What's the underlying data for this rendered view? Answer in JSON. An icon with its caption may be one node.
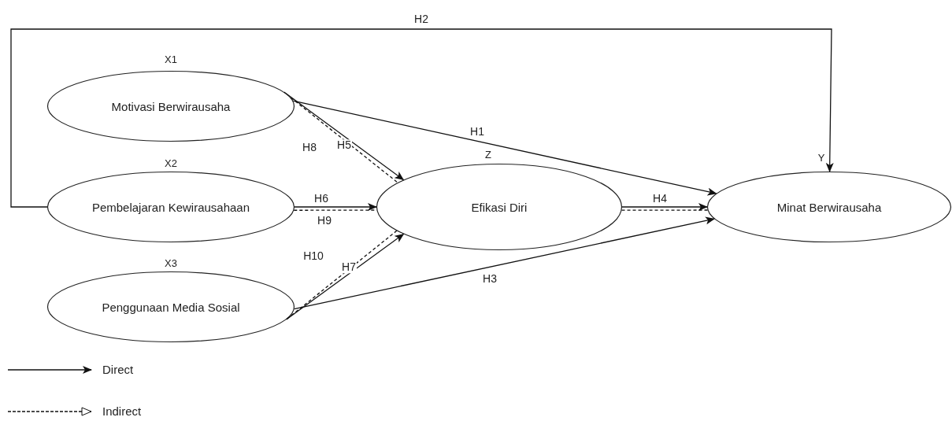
{
  "diagram": {
    "nodes": [
      {
        "text": [
          "Motivasi Berwirausaha"
        ],
        "beside": [
          "X1"
        ]
      },
      {
        "text": [
          "Pembelajaran Kewirausahaan"
        ],
        "beside": [
          "X2"
        ]
      },
      {
        "text": [
          "Penggunaan Media Sosial"
        ],
        "beside": [
          "X3"
        ]
      },
      {
        "text": [
          "Efikasi Diri"
        ],
        "beside": [
          "Z"
        ]
      },
      {
        "text": [
          "Minat Berwirausaha"
        ],
        "beside": [
          "Y"
        ]
      }
    ],
    "edges": [
      {
        "from": 1,
        "to": 4,
        "arrow": "to",
        "label": "H2"
      },
      {
        "from": 0,
        "to": 4,
        "arrow": "to",
        "label": "H1"
      },
      {
        "from": 0,
        "to": 3,
        "arrow": "to",
        "label": "H5"
      },
      {
        "from": 0,
        "to": 3,
        "arrow": "none",
        "label": "H8",
        "style": "dashed"
      },
      {
        "from": 1,
        "to": 3,
        "arrow": "to",
        "label": "H6"
      },
      {
        "from": 1,
        "to": 3,
        "arrow": "none",
        "label": "H9",
        "style": "dashed"
      },
      {
        "from": 2,
        "to": 3,
        "arrow": "to",
        "label": "H7"
      },
      {
        "from": 2,
        "to": 3,
        "arrow": "none",
        "label": "H10",
        "style": "dashed"
      },
      {
        "from": 2,
        "to": 4,
        "arrow": "to",
        "label": "H3"
      },
      {
        "from": 3,
        "to": 4,
        "arrow": "to",
        "label": "H4"
      },
      {
        "from": 3,
        "to": 4,
        "arrow": "none",
        "style": "dashed"
      }
    ],
    "legend": [
      {
        "text": "Direct"
      },
      {
        "text": "Indirect"
      }
    ]
  }
}
